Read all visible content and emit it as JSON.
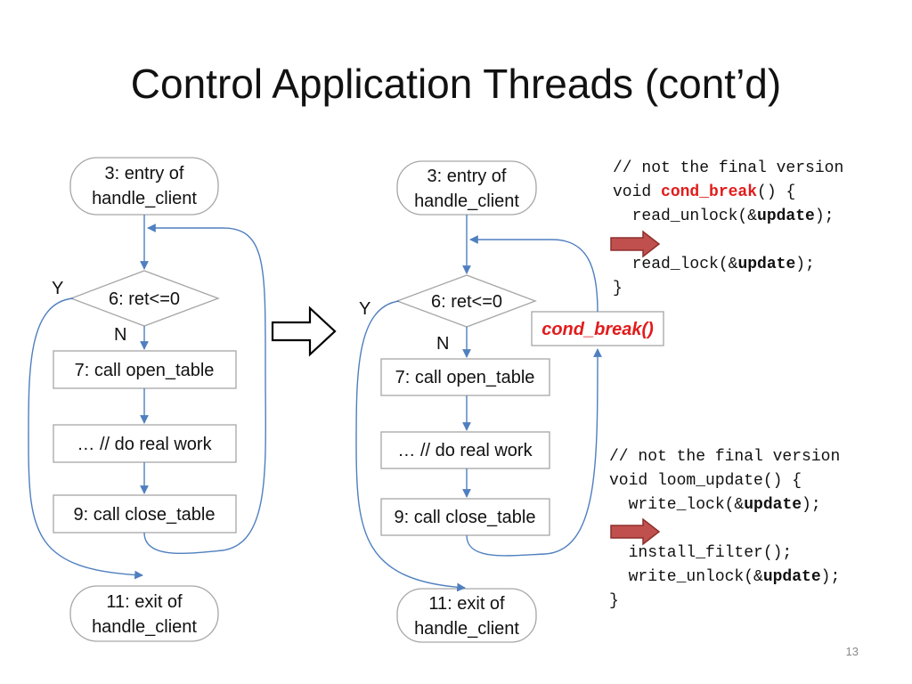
{
  "slide": {
    "title": "Control Application Threads (cont’d)",
    "number": "13"
  },
  "colors": {
    "flow_line": "#4f7fbf",
    "node_border": "#a6a6a6",
    "highlight_red": "#e21b1b",
    "arrow_fill": "#c0504d",
    "arrow_stroke": "#8e2f2c"
  },
  "left_flow": {
    "entry": [
      "3: entry of",
      "handle_client"
    ],
    "decision": "6: ret<=0",
    "yes_label": "Y",
    "no_label": "N",
    "step1": "7: call open_table",
    "step2": "… // do real work",
    "step3": "9: call close_table",
    "exit": [
      "11: exit of",
      "handle_client"
    ]
  },
  "right_flow": {
    "entry": [
      "3: entry of",
      "handle_client"
    ],
    "decision": "6: ret<=0",
    "yes_label": "Y",
    "no_label": "N",
    "step1": "7: call open_table",
    "step2": "… // do real work",
    "step3": "9: call close_table",
    "exit": [
      "11: exit of",
      "handle_client"
    ],
    "inserted_call": "cond_break()"
  },
  "code_blocks": {
    "cond_break": {
      "comment": "// not the final version",
      "sig_prefix": "void ",
      "sig_name": "cond_break",
      "sig_suffix": "() {",
      "l1_prefix": "  read_unlock(&",
      "l1_bold": "update",
      "l1_suffix": ");",
      "l2_prefix": "  read_lock(&",
      "l2_bold": "update",
      "l2_suffix": ");",
      "close": "}"
    },
    "loom_update": {
      "comment": "// not the final version",
      "sig": "void loom_update() {",
      "l1_prefix": "  write_lock(&",
      "l1_bold": "update",
      "l1_suffix": ");",
      "l2": "  install_filter();",
      "l3_prefix": "  write_unlock(&",
      "l3_bold": "update",
      "l3_suffix": ");",
      "close": "}"
    }
  }
}
